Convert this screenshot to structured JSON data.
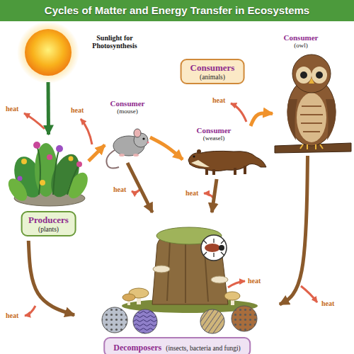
{
  "diagram": {
    "title": "Cycles of Matter and Energy Transfer in Ecosystems",
    "nodes": [
      {
        "text": [
          "Sunlight for Photosynthesis"
        ]
      },
      {
        "text": [
          "Producers",
          "(plants)"
        ]
      },
      {
        "text": [
          "Consumers",
          "(animals)"
        ]
      },
      {
        "text": [
          "Consumer",
          "(mouse)"
        ]
      },
      {
        "text": [
          "Consumer",
          "(weasel)"
        ]
      },
      {
        "text": [
          "Consumer",
          "(owl)"
        ]
      },
      {
        "text": [
          "Decomposers",
          "(insects, bacteria and fungi)"
        ]
      }
    ],
    "edges": [
      {
        "from": 0,
        "to": 1,
        "arrow": "to"
      },
      {
        "from": 1,
        "to": 3,
        "arrow": "to"
      },
      {
        "from": 3,
        "to": 4,
        "arrow": "to"
      },
      {
        "from": 4,
        "to": 5,
        "arrow": "to"
      },
      {
        "from": 1,
        "to": 6,
        "arrow": "to"
      },
      {
        "from": 3,
        "to": 6,
        "arrow": "to"
      },
      {
        "from": 4,
        "to": 6,
        "arrow": "to"
      },
      {
        "from": 5,
        "to": 6,
        "arrow": "to"
      }
    ],
    "labels": [
      "heat",
      "heat",
      "heat",
      "heat",
      "heat",
      "heat",
      "heat",
      "heat"
    ]
  }
}
